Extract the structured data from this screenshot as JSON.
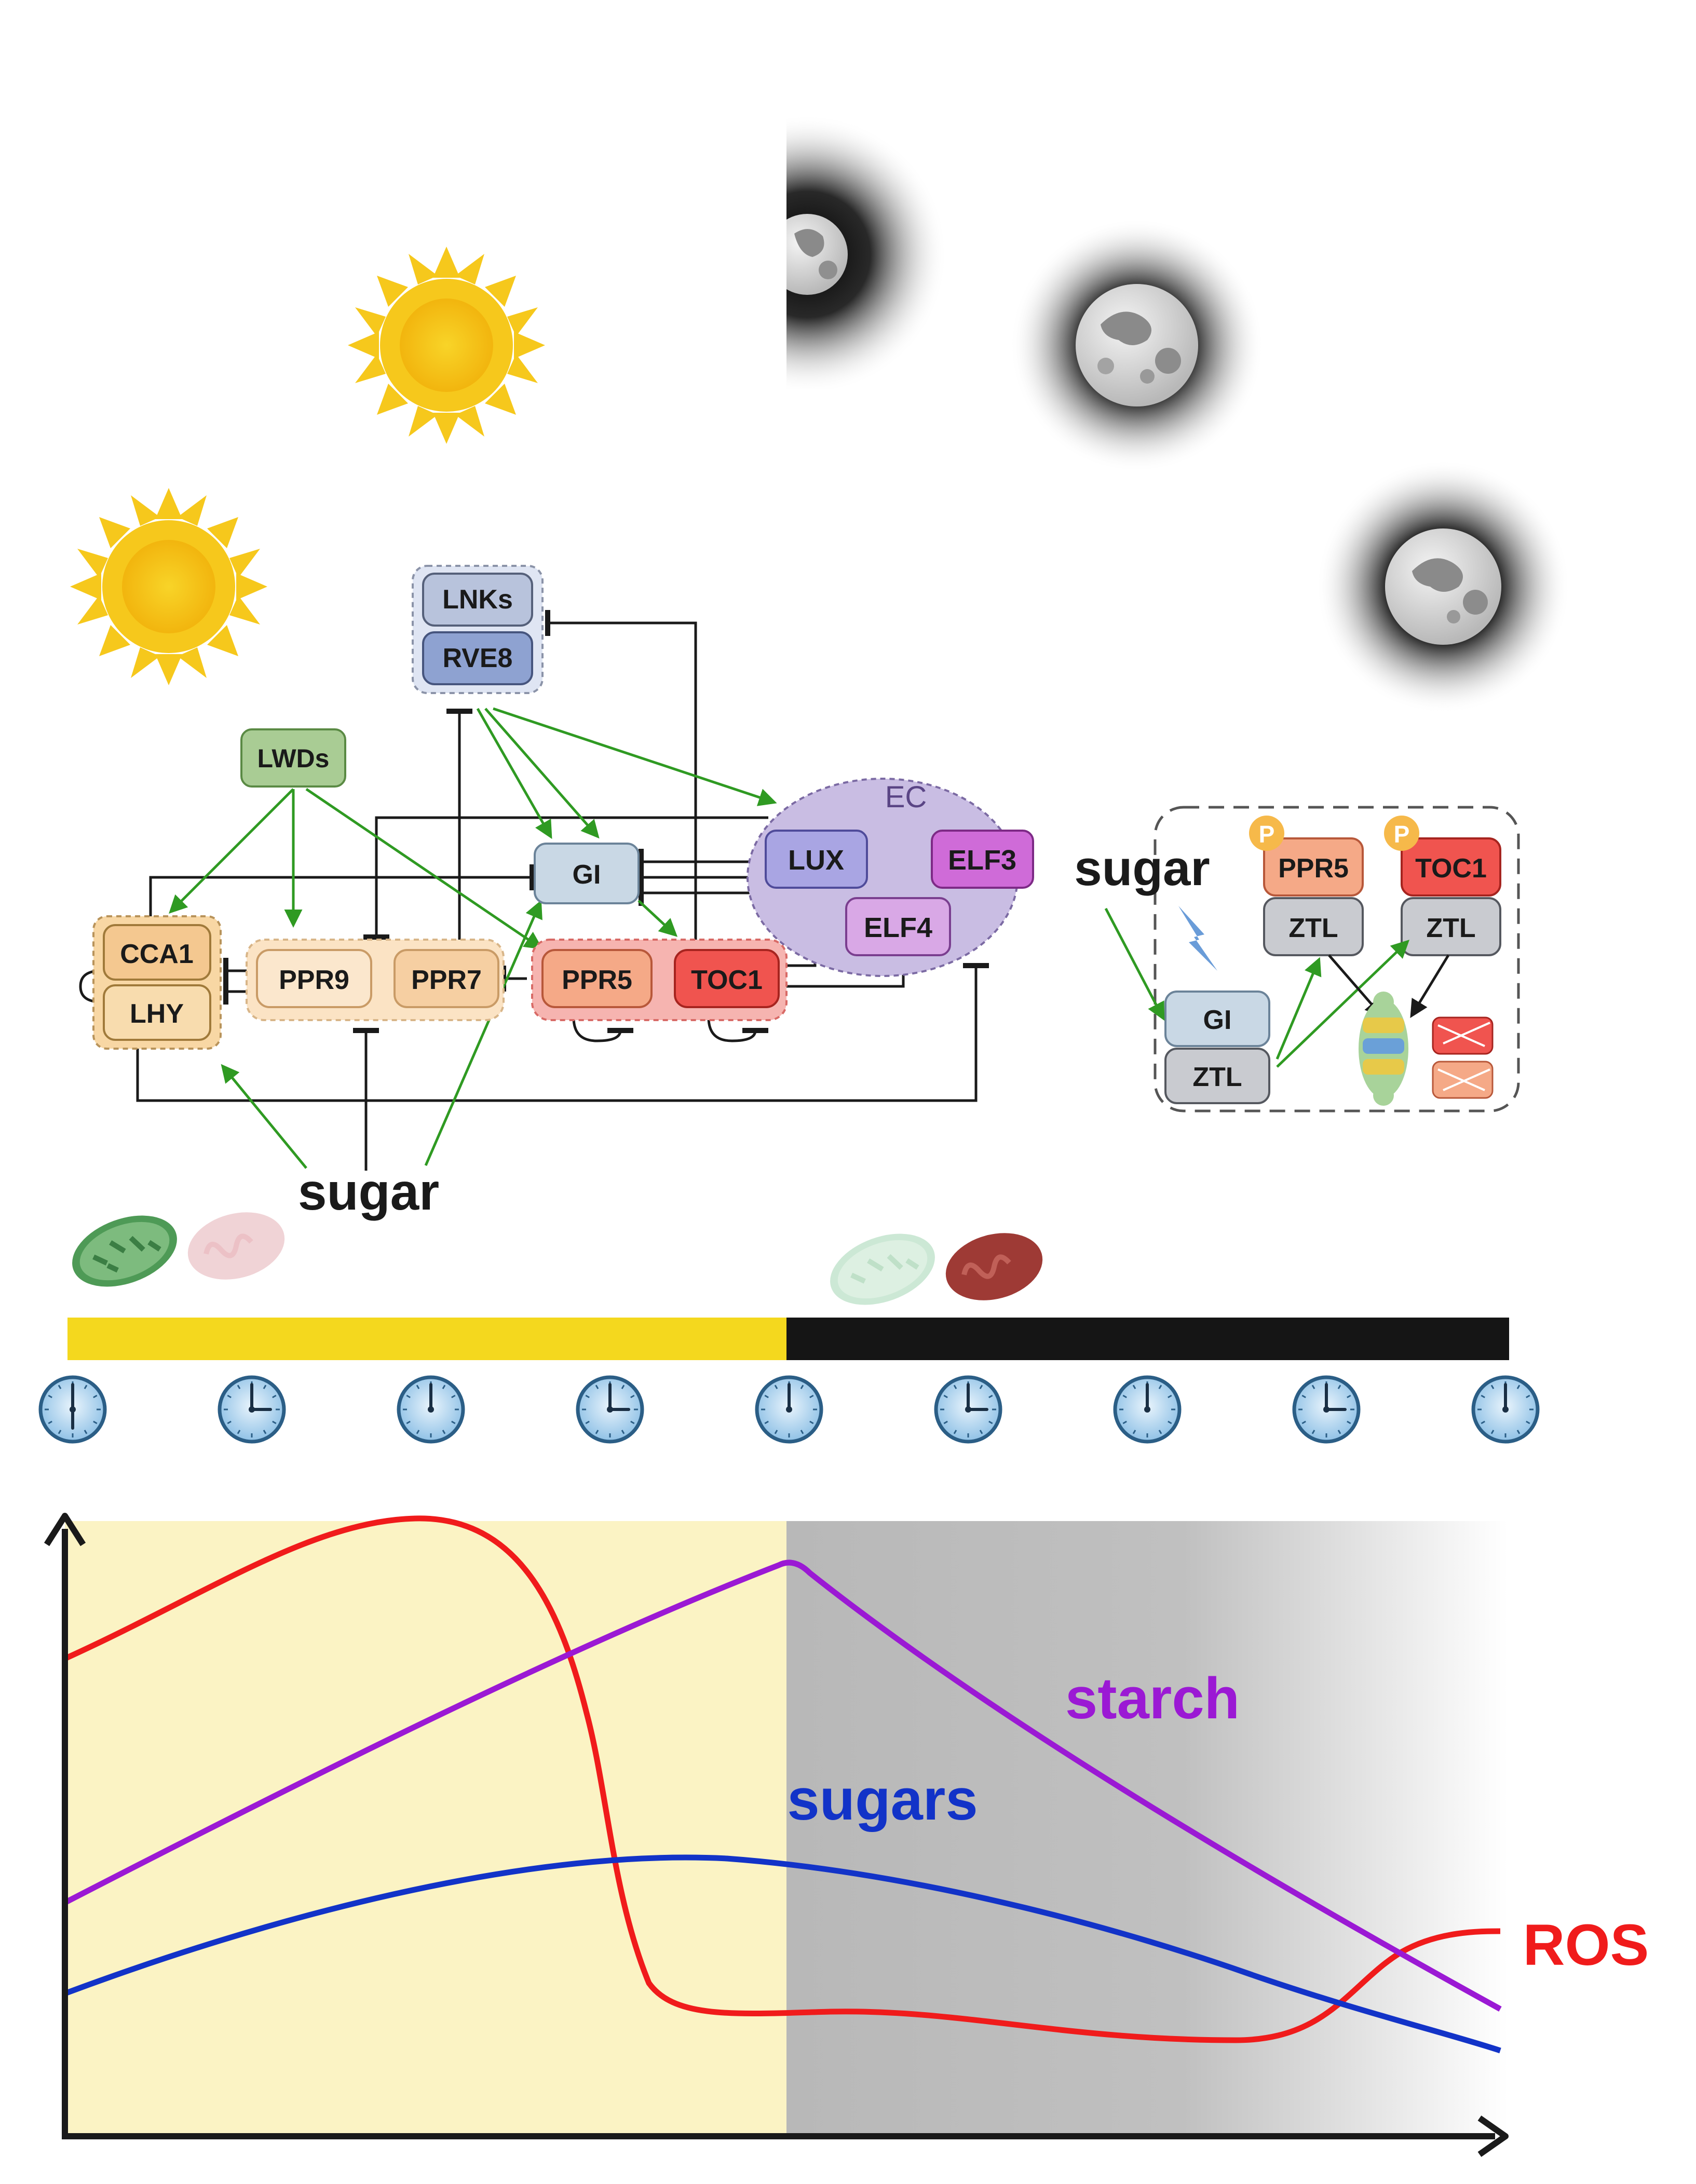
{
  "network": {
    "ec_label": "EC",
    "genes": {
      "lnks": "LNKs",
      "rve8": "RVE8",
      "lwds": "LWDs",
      "gi": "GI",
      "lux": "LUX",
      "elf3": "ELF3",
      "elf4": "ELF4",
      "cca1": "CCA1",
      "lhy": "LHY",
      "ppr9": "PPR9",
      "ppr7": "PPR7",
      "ppr5": "PPR5",
      "toc1": "TOC1"
    },
    "sugar_label": "sugar"
  },
  "inset": {
    "sugar_label": "sugar",
    "phospho_mark": "P",
    "genes": {
      "ppr5": "PPR5",
      "toc1": "TOC1",
      "ztl_a": "ZTL",
      "ztl_b": "ZTL",
      "gi": "GI",
      "ztl_c": "ZTL"
    }
  },
  "timeline": {
    "segments": [
      {
        "phase": "day",
        "color": "#f4d81e"
      },
      {
        "phase": "night",
        "color": "#151515"
      }
    ],
    "clock_count": 9
  },
  "plot": {
    "series": [
      {
        "name": "starch",
        "color": "#9b19d4"
      },
      {
        "name": "sugars",
        "color": "#1233c8"
      },
      {
        "name": "ROS",
        "color": "#f01b1b"
      }
    ]
  },
  "colors": {
    "sun": "#f6c81c",
    "inhibition": "#1a1a1a",
    "activation": "#2f9a22",
    "day_shade": "#fbf3c4",
    "night_shade": "#bdbdbd"
  }
}
